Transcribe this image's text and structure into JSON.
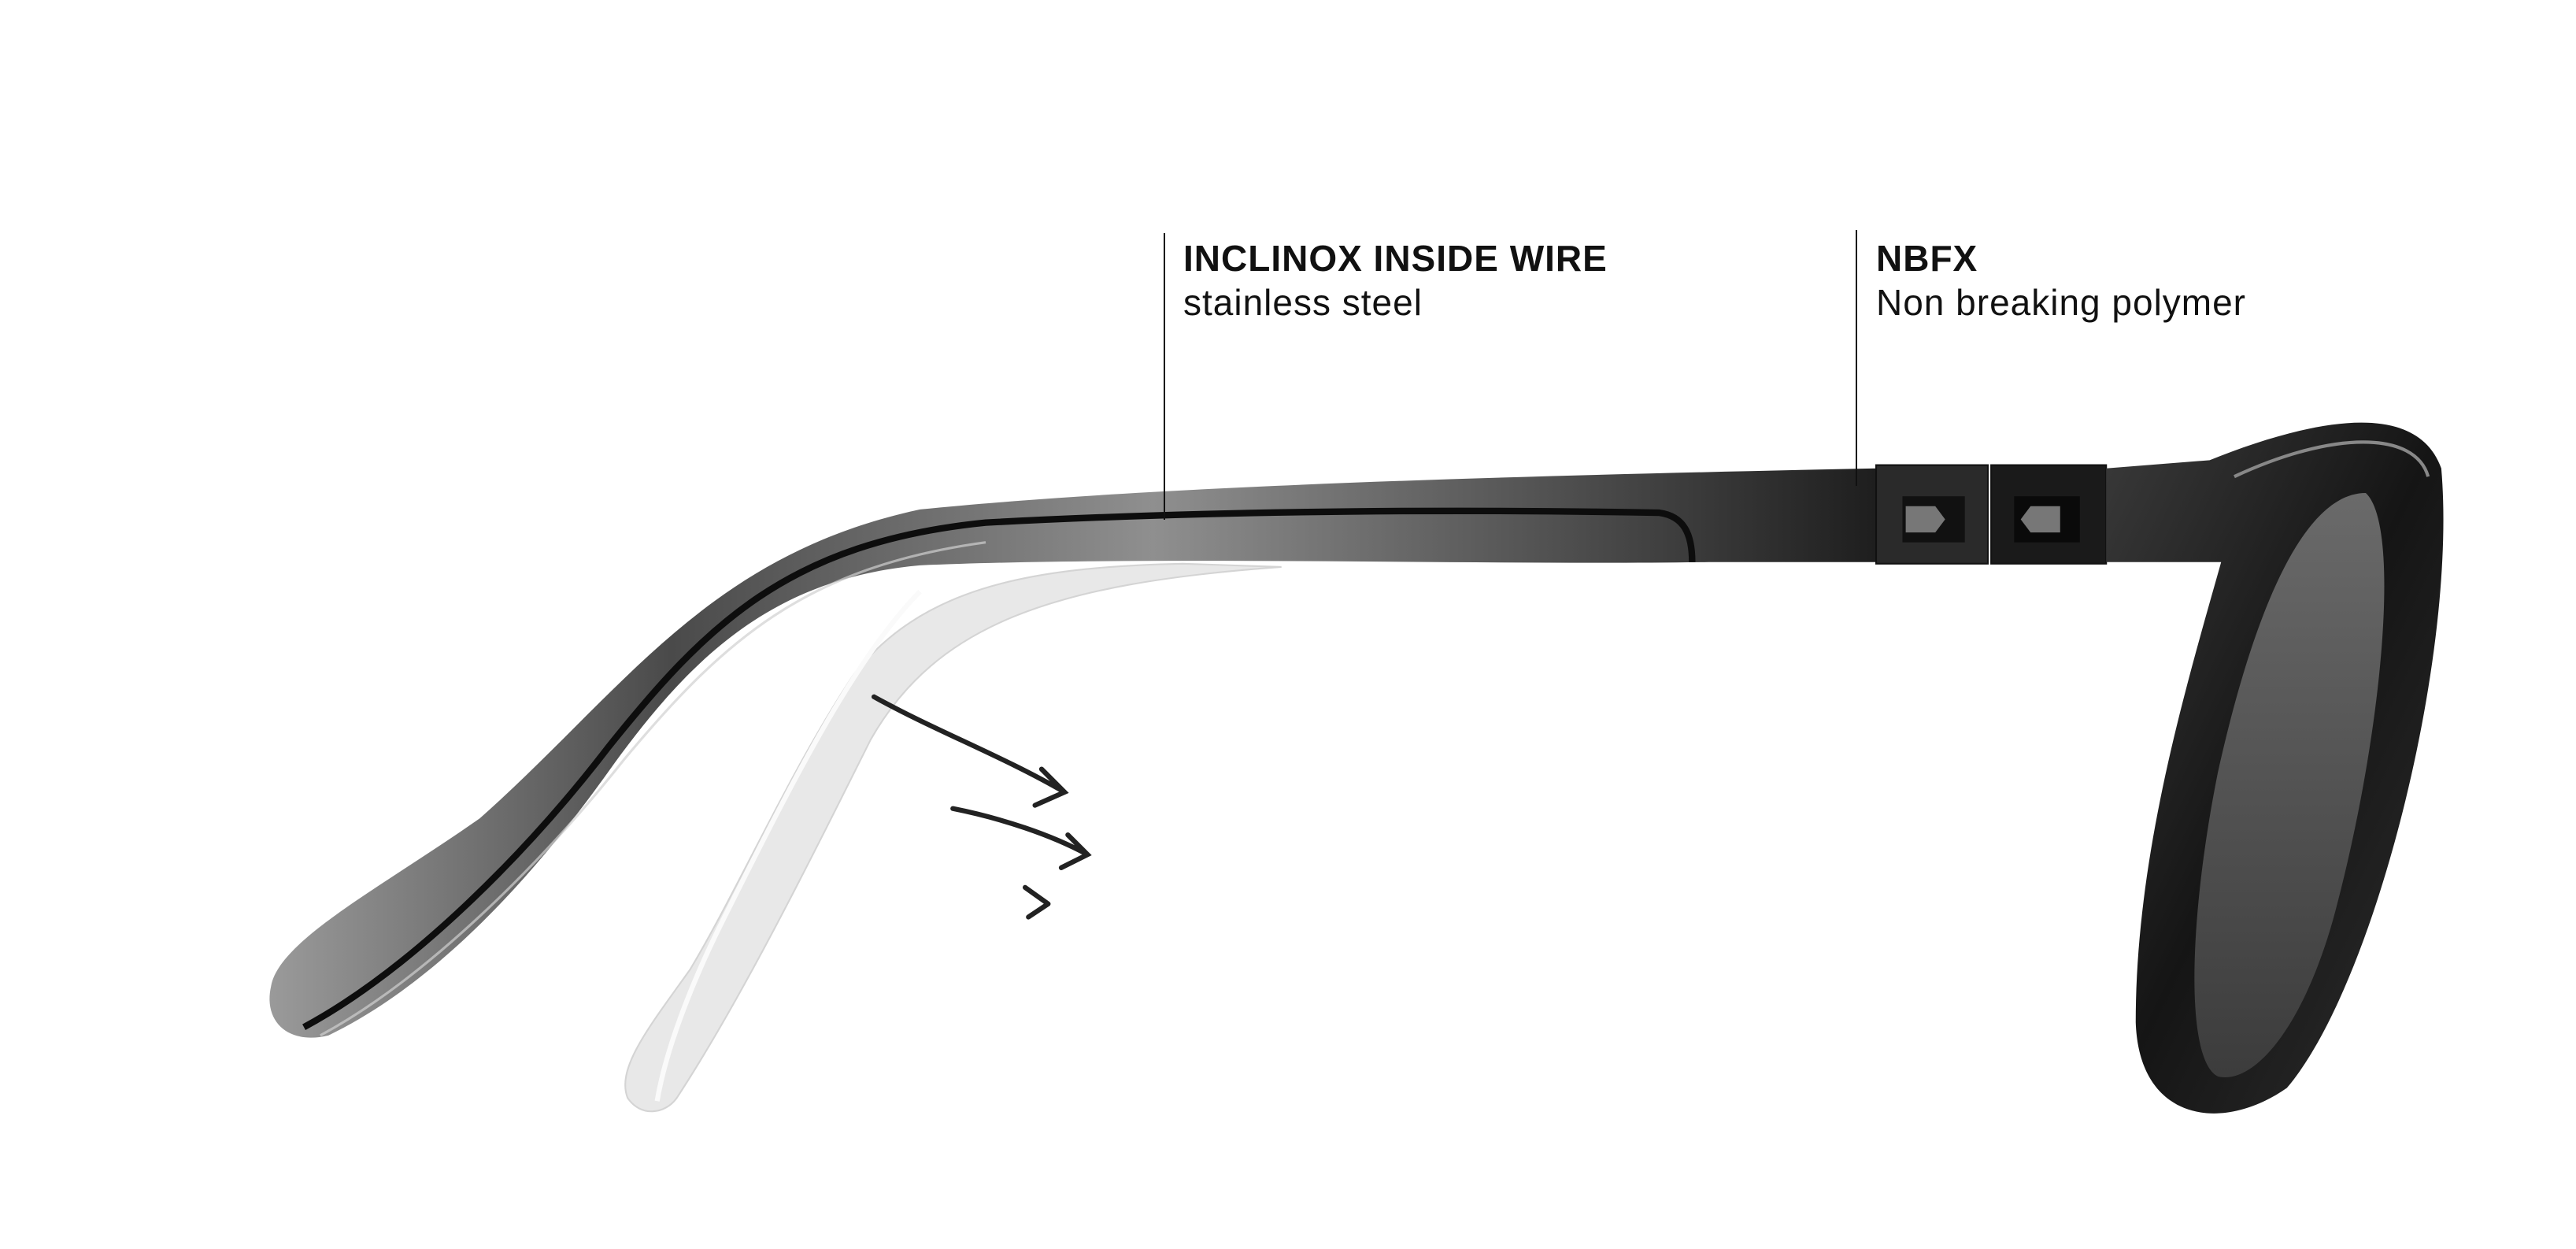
{
  "callouts": [
    {
      "title": "INCLINOX INSIDE WIRE",
      "subtitle": "stainless steel"
    },
    {
      "title": "NBFX",
      "subtitle": "Non breaking polymer"
    }
  ],
  "colors": {
    "text": "#111111",
    "frame_dark": "#1a1a1a",
    "frame_mid": "#8a8a8a",
    "lens": "#555555",
    "ghost": "#e6e6e6"
  }
}
